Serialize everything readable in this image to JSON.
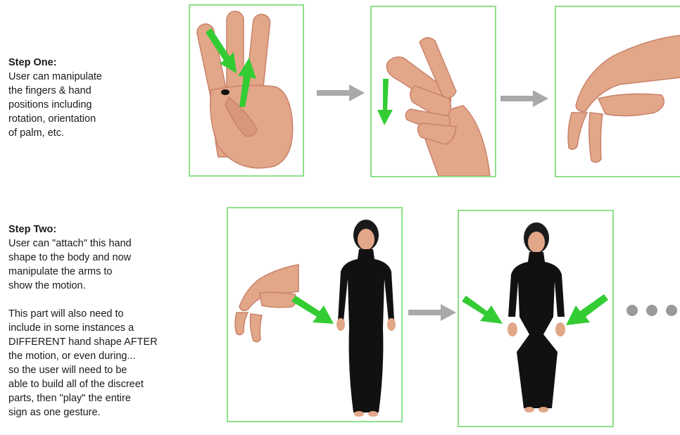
{
  "step_one": {
    "title": "Step One:",
    "lines": [
      "User can manipulate",
      "the fingers & hand",
      "positions including",
      "rotation, orientation",
      "of palm, etc."
    ]
  },
  "step_two": {
    "title": "Step Two:",
    "lines": [
      "User can \"attach\" this hand",
      "shape to the body and now",
      "manipulate the arms to",
      "show the motion."
    ],
    "lines2": [
      "This part will also need to",
      "include in some instances a",
      "DIFFERENT hand shape AFTER",
      "the motion, or even during...",
      "so the user will need to be",
      "able to build all of the discreet",
      "parts, then \"play\" the entire",
      "sign as one gesture."
    ]
  },
  "colors": {
    "panel_border": "#8fe08a",
    "green_arrow": "#33cc33",
    "gray_arrow": "#a9a9a9",
    "skin": "#e2a688",
    "skin_shadow": "#c9826a",
    "dress": "#111111",
    "dots": "#9a9a9a"
  },
  "icons": [
    "gray-flow-arrow",
    "green-motion-arrow",
    "continuation-dots"
  ]
}
